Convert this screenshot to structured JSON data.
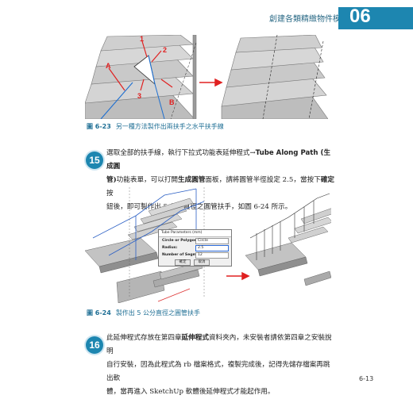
{
  "header": {
    "title": "創建各類精緻物件模型",
    "chapter": "06"
  },
  "figure1": {
    "caption_label": "圖 6-23",
    "caption_text": "另一種方法製作出兩扶手之水平扶手線",
    "callouts": [
      "1",
      "2",
      "3",
      "A",
      "B"
    ]
  },
  "step15": {
    "number": "15",
    "lines": [
      [
        "選取全部的扶手線，執行下拉式功能表延伸程式→",
        "Tube Along Path (生成圓"
      ],
      [
        "管)",
        "功能表單，可以打開",
        "生成圓管",
        "面板，請將圓管半徑設定 2.5，當按下",
        "確定",
        "按"
      ],
      [
        "鈕後，即可製作出 5 公分直徑之圓管扶手，如圖 6-24 所示。"
      ]
    ]
  },
  "figure2": {
    "caption_label": "圖 6-24",
    "caption_text": "製作出 5 公分直徑之圓管扶手",
    "dialog": {
      "title": "Tube Parameters (mm)",
      "row1_label": "Circle or Polygon ? :",
      "row1_value": "Circle",
      "row2_label": "Radius:",
      "row2_value": "2.5",
      "row3_label": "Number of Segments:",
      "row3_value": "12",
      "ok_label": "確定",
      "cancel_label": "取消"
    }
  },
  "step16": {
    "number": "16",
    "lines": [
      [
        "此延伸程式存放在第四章",
        "延伸程式",
        "資料夾內，未安裝者請依第四章之安裝說明"
      ],
      [
        "自行安裝，因為此程式為 rb 檔案格式，複製完成後，記得先儲存檔案再跳出軟"
      ],
      [
        "體，當再進入 SketchUp 軟體後延伸程式才能起作用。"
      ]
    ]
  },
  "page_number": "6-13"
}
